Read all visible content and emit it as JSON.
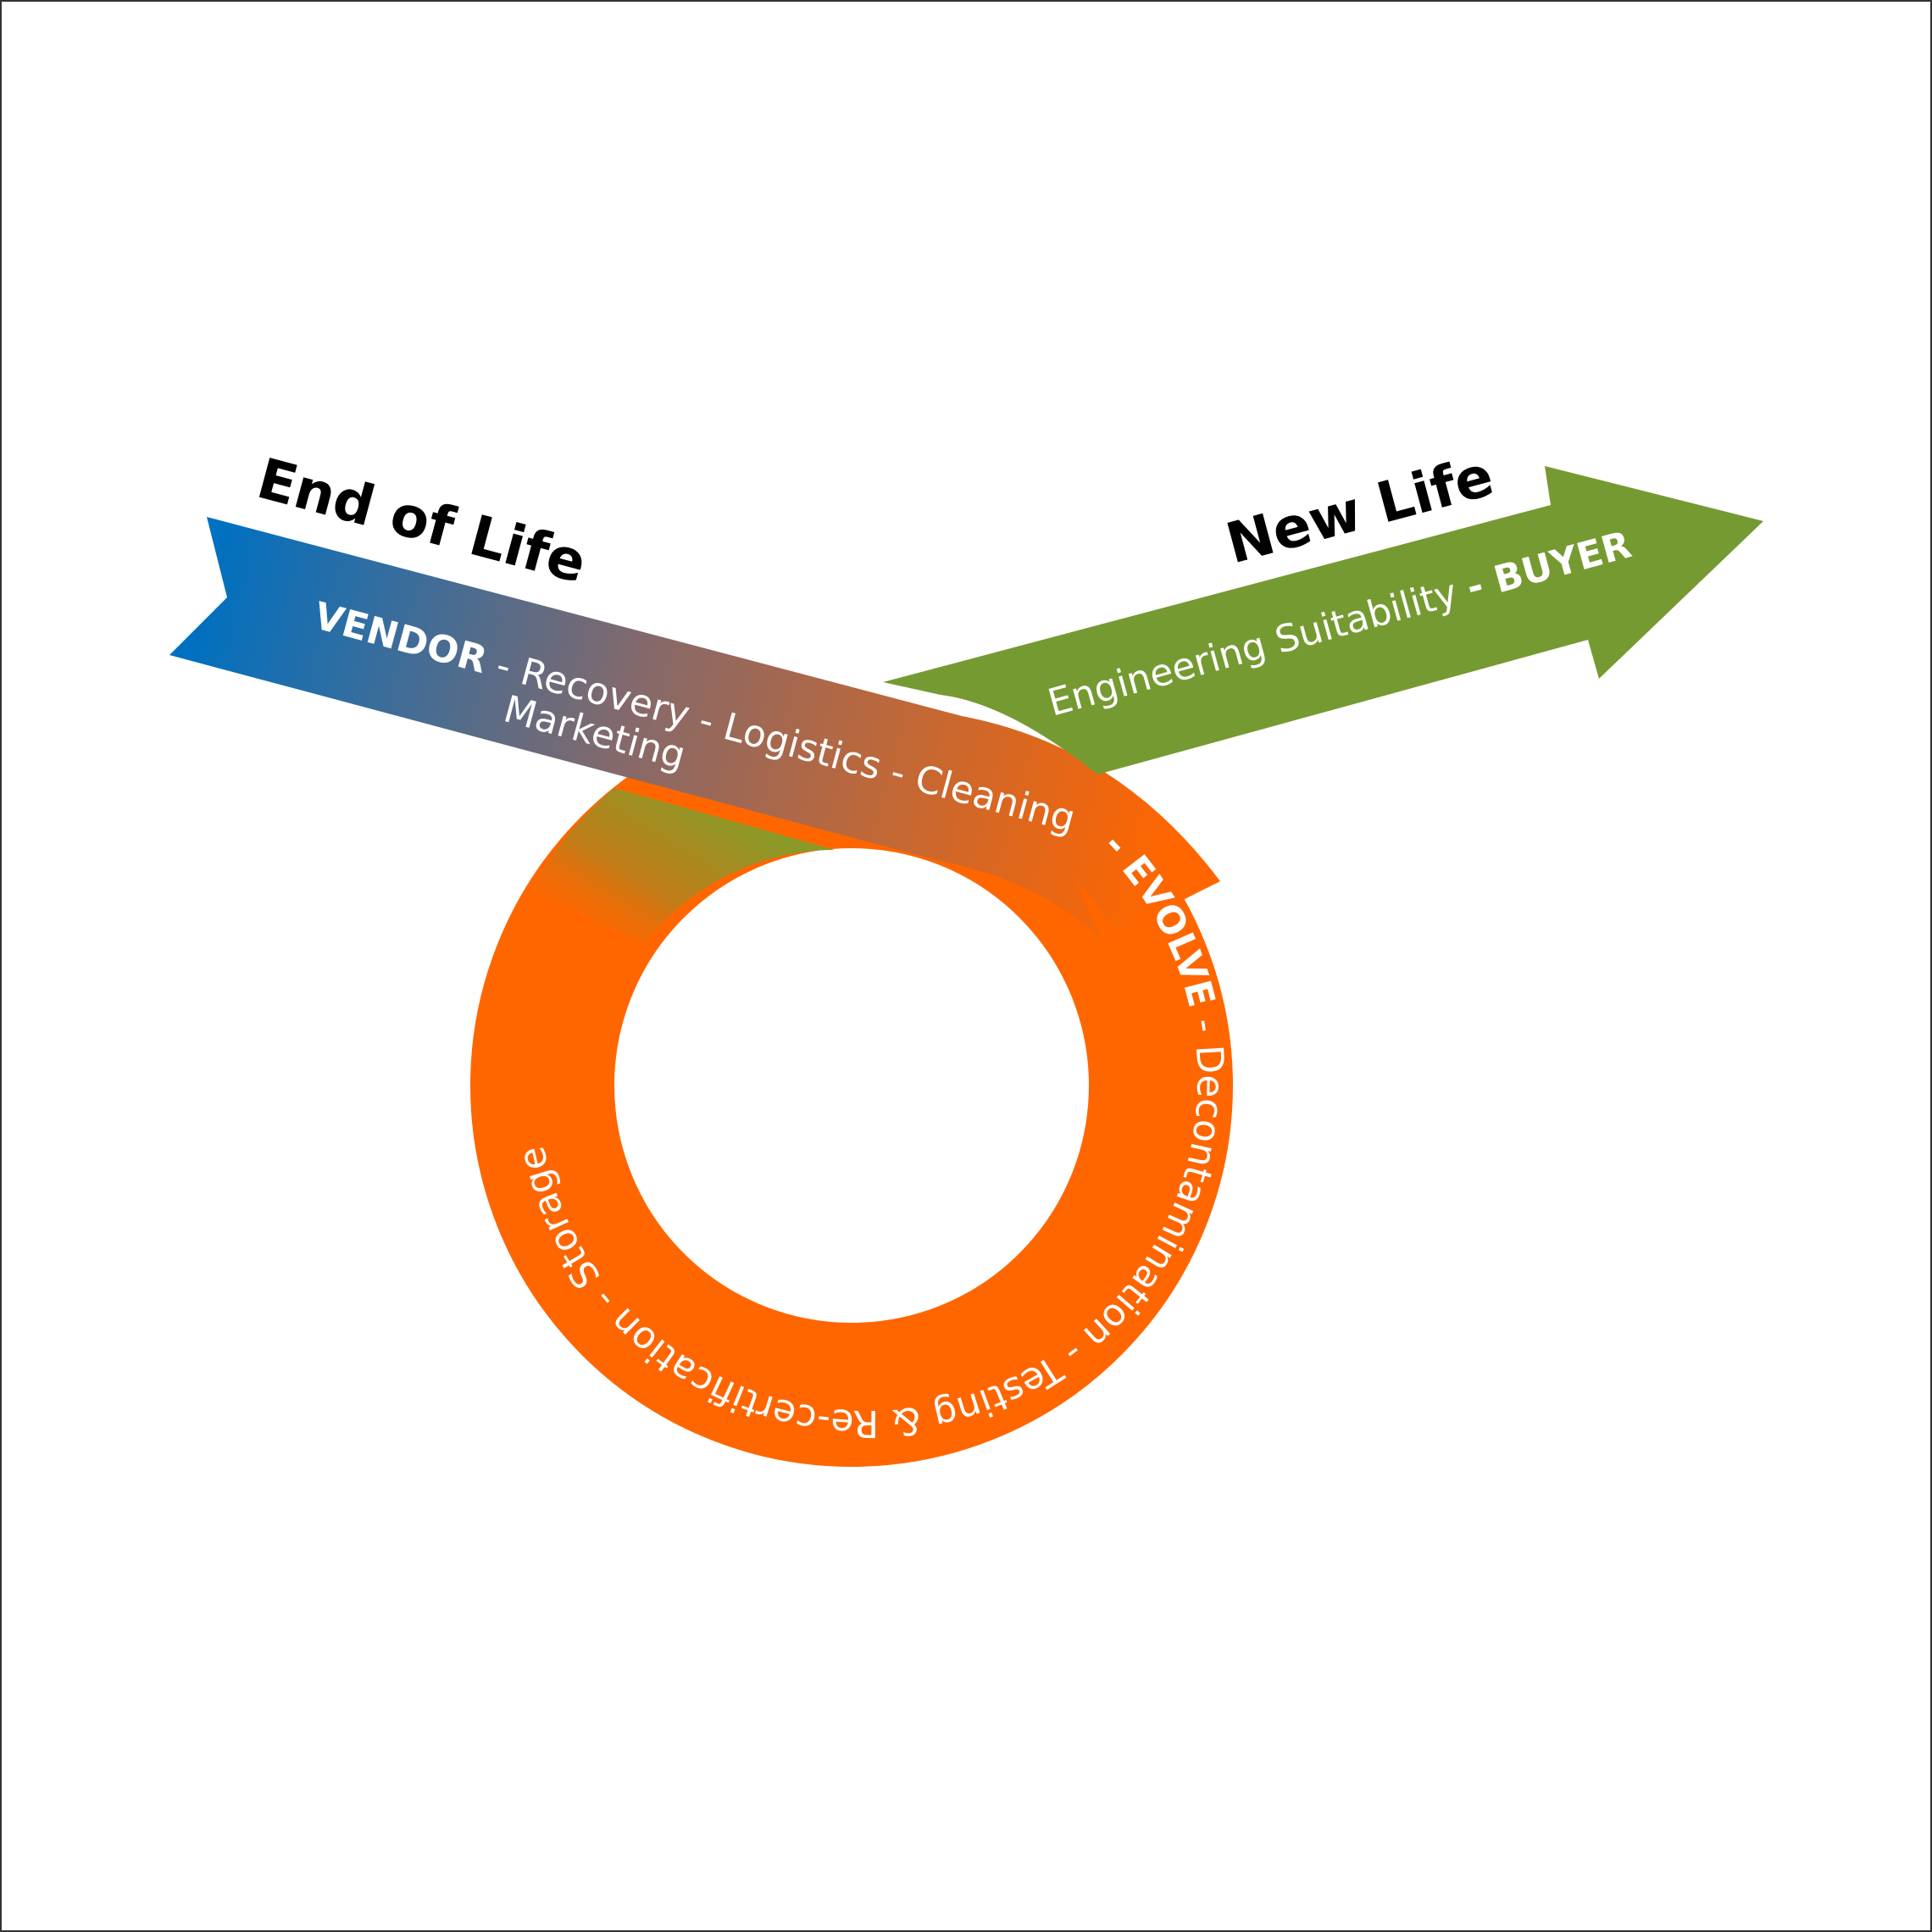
{
  "headings": {
    "end_of_life": "End of Life",
    "new_life": "New Life"
  },
  "top_band": {
    "vendor": "VENDOR",
    "rest": " - Recovery - Logistics - Cleaning "
  },
  "ring": {
    "evolve": "- EVOLVE",
    "rest": " - Decontamination - Testing & Re-certification - Storage"
  },
  "marketing": "Marketing",
  "green_arrow": {
    "text": "Engineering Suitability ",
    "buyer": "- BUYER"
  },
  "colors": {
    "blue": "#0070c0",
    "orange": "#ff6600",
    "green": "#769a32",
    "olive": "#8a9a28",
    "heading_text": "#000000",
    "band_text": "#ffffff"
  }
}
